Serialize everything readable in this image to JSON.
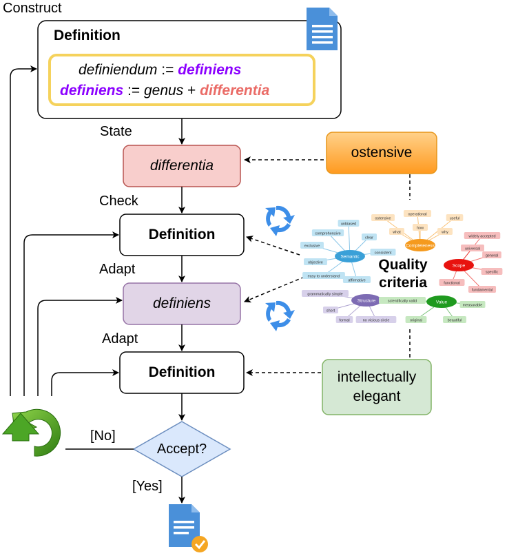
{
  "labels": {
    "construct": "Construct",
    "state": "State",
    "check": "Check",
    "adapt1": "Adapt",
    "adapt2": "Adapt",
    "no": "[No]",
    "yes": "[Yes]"
  },
  "definition_box": {
    "title": "Definition",
    "line1_a": "definiendum",
    "line1_op": " := ",
    "line1_b": "definiens",
    "line2_a": "definiens",
    "line2_op": " := ",
    "line2_genus": "genus",
    "line2_plus": " + ",
    "line2_b": "differentia"
  },
  "nodes": {
    "differentia": "differentia",
    "definition_check": "Definition",
    "definiens": "definiens",
    "definition_adapt": "Definition",
    "decision": "Accept?"
  },
  "criteria": {
    "ostensive": "ostensive",
    "quality_line1": "Quality",
    "quality_line2": "criteria",
    "elegant_line1": "intellectually",
    "elegant_line2": "elegant"
  },
  "mindmap": {
    "hubs": [
      "Semantic",
      "Completeness",
      "Scope",
      "Structure",
      "Value"
    ],
    "semantic_leaves": [
      "comprehensive",
      "unbiased",
      "clear",
      "exclusive",
      "objective",
      "consistent",
      "easy to understand",
      "affirmative"
    ],
    "completeness_leaves": [
      "ostensive",
      "operational",
      "useful",
      "what",
      "how",
      "why"
    ],
    "scope_leaves": [
      "widely accepted",
      "universal",
      "general",
      "specific",
      "functional",
      "fundamental"
    ],
    "structure_leaves": [
      "grammatically simple",
      "short",
      "formal",
      "no vicious circle"
    ],
    "value_leaves": [
      "scientifically valid",
      "original",
      "measurable",
      "beautiful"
    ]
  },
  "colors": {
    "doc_blue": "#4a90d9",
    "yellow_border": "#f5d25c",
    "purple_text": "#8b00ff",
    "red_text": "#ea6b66",
    "differentia_fill": "#f8cecc",
    "differentia_border": "#b85450",
    "definiens_fill": "#e1d5e7",
    "definiens_border": "#9673a6",
    "decision_fill": "#dae8fc",
    "decision_border": "#6c8ebf",
    "ostensive_fill": "#ffb84d",
    "elegant_fill": "#d5e8d4",
    "elegant_border": "#82b366",
    "cycle_blue": "#3d8ee8",
    "green_arrow": "#3f9a1c",
    "check_orange": "#f5a623"
  },
  "icons": [
    "document-icon",
    "refresh-icon",
    "refresh-icon",
    "loop-arrow-icon",
    "approved-document-icon"
  ]
}
